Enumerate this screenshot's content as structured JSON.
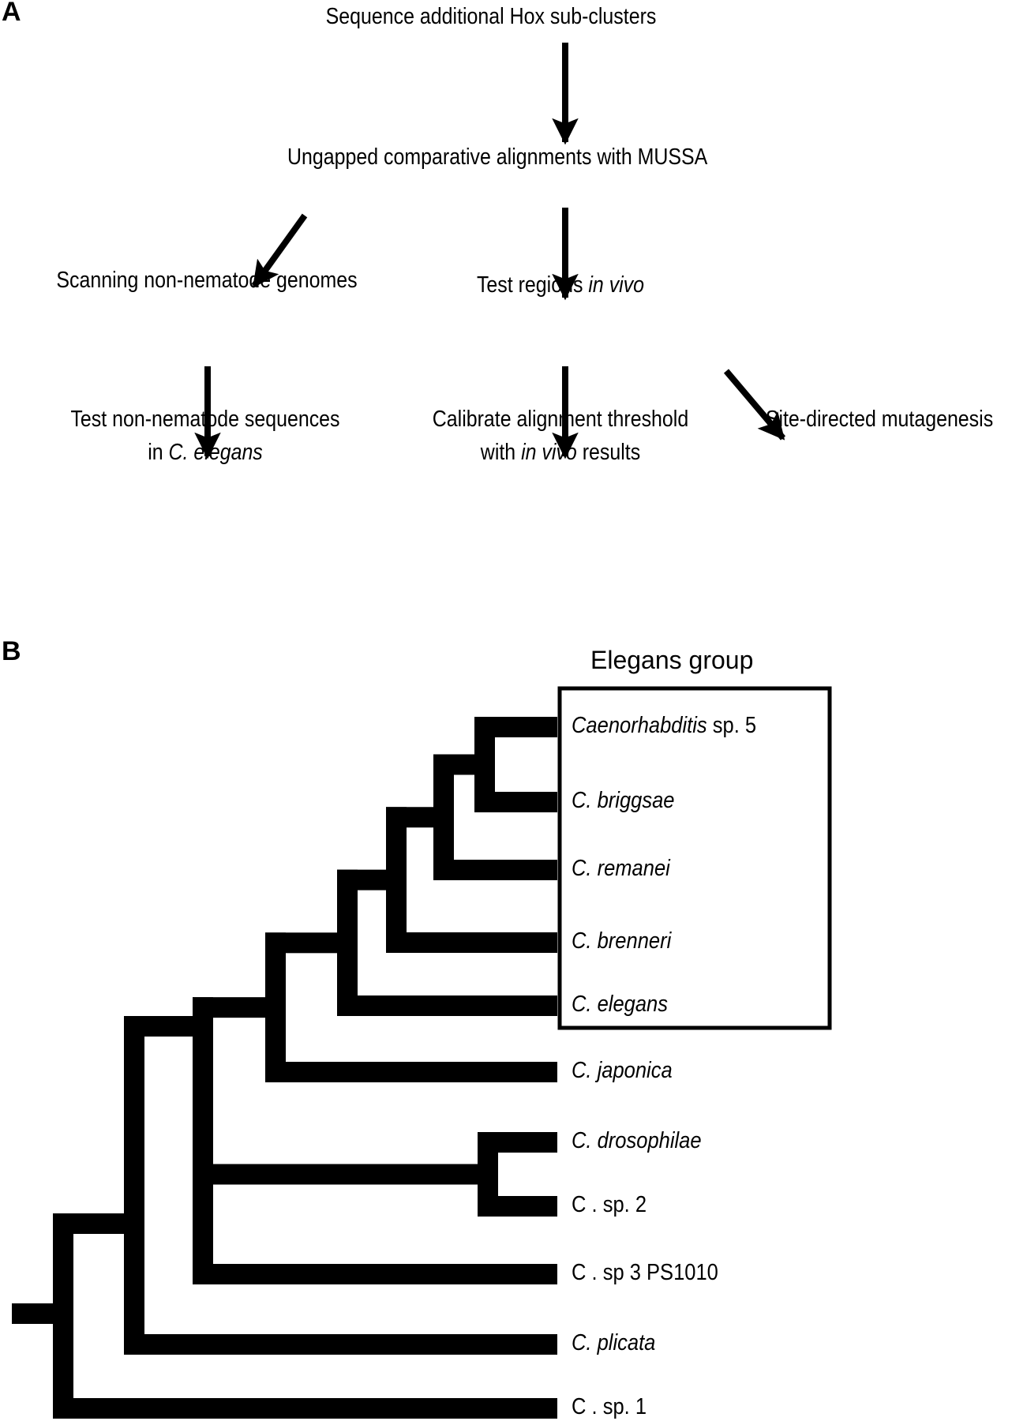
{
  "panel_a": {
    "label": "A",
    "nodes": {
      "sequence": "Sequence additional Hox sub-clusters",
      "ungapped": "Ungapped comparative alignments with MUSSA",
      "scanning": "Scanning non-nematode genomes",
      "test_regions_pre": "Test regions ",
      "test_regions_it": "in vivo",
      "test_nonnem_line1": "Test non-nematode sequences",
      "test_nonnem_line2_pre": "in ",
      "test_nonnem_line2_it": "C. elegans",
      "calibrate_line1": "Calibrate alignment threshold",
      "calibrate_line2_pre": "with ",
      "calibrate_line2_it": "in vivo",
      "calibrate_line2_post": " results",
      "site_directed": "Site-directed mutagenesis"
    },
    "edges": [
      [
        "sequence",
        "ungapped"
      ],
      [
        "ungapped",
        "scanning"
      ],
      [
        "ungapped",
        "test_regions"
      ],
      [
        "scanning",
        "test_nonnem"
      ],
      [
        "test_regions",
        "calibrate"
      ],
      [
        "test_regions",
        "site_directed"
      ]
    ]
  },
  "panel_b": {
    "label": "B",
    "group_title": "Elegans group",
    "taxa": [
      {
        "italic": "Caenorhabditis",
        "plain": " sp. 5"
      },
      {
        "italic": "C. briggsae",
        "plain": ""
      },
      {
        "italic": "C. remanei",
        "plain": ""
      },
      {
        "italic": "C. brenneri",
        "plain": ""
      },
      {
        "italic": "C. elegans",
        "plain": ""
      },
      {
        "italic": "C. japonica",
        "plain": ""
      },
      {
        "italic": "C. drosophilae",
        "plain": ""
      },
      {
        "italic": "",
        "plain": "C . sp. 2"
      },
      {
        "italic": "",
        "plain": "C . sp 3 PS1010"
      },
      {
        "italic": "C. plicata",
        "plain": ""
      },
      {
        "italic": "",
        "plain": "C . sp. 1"
      }
    ],
    "tree_newick": "((((((((Caenorhabditis sp. 5,C. briggsae),C. remanei),C. brenneri),C. elegans),C. japonica),(C. drosophilae,C. sp. 2),C. sp 3 PS1010),C. plicata),C. sp. 1)"
  }
}
